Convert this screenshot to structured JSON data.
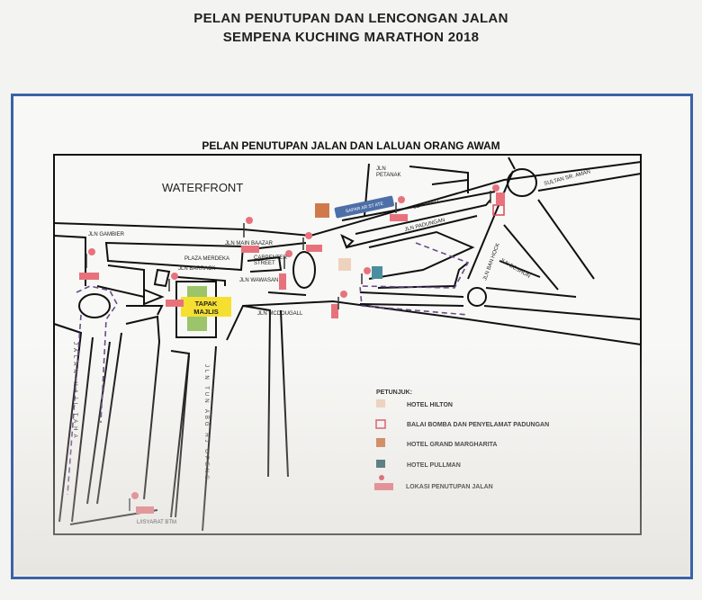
{
  "header": {
    "line1": "PELAN PENUTUPAN DAN LENCONGAN JALAN",
    "line2": "SEMPENA KUCHING MARATHON 2018"
  },
  "map": {
    "title": "PELAN PENUTUPAN JALAN DAN LALUAN ORANG AWAM",
    "area_label": "WATERFRONT",
    "venue_label_1": "TAPAK",
    "venue_label_2": "MAJLIS",
    "blue_sign": "SAPAR AR ST ATE",
    "streets": {
      "gambier": "JLN GAMBIER",
      "main_bazaar": "JLN MAIN BAAZAR",
      "plaza_merdeka": "PLAZA MERDEKA",
      "barrack": "JLN BARRACK",
      "carpenter_1": "CARPENTER",
      "carpenter_2": "STREET",
      "wawasan": "JLN WAWASAN",
      "mcdougall": "JLN MCDOUGALL",
      "petanak_1": "JLN",
      "petanak_2": "PETANAK",
      "abell": "JLN ABELL",
      "padungan": "JLN PADUNGAN",
      "ban_hock": "JLN BAN HOCK",
      "deshon": "JLN DESHON",
      "sultan": "SULTAN SR. AMAN",
      "haji_taha": "JALAN HAJI TAHA",
      "tun_abg": "JLN TUN ABG HJ OPENG",
      "lisyarat": "L/ISYARAT BTM"
    },
    "legend": {
      "title": "PETUNJUK:",
      "items": [
        {
          "label": "HOTEL HILTON",
          "color": "#efd2bd"
        },
        {
          "label": "BALAI BOMBA DAN PENYELAMAT PADUNGAN",
          "color": "#d9495a"
        },
        {
          "label": "HOTEL GRAND MARGHARITA",
          "color": "#d07a4c"
        },
        {
          "label": "HOTEL PULLMAN",
          "color": "#2f5f68"
        },
        {
          "label": "LOKASI PENUTUPAN JALAN",
          "color": "#e8727c"
        }
      ]
    }
  },
  "colors": {
    "frame": "#3b62a6",
    "venue": "#f5e032",
    "park": "#9cc46a",
    "closure": "#e8727c",
    "detour": "#6a4c8c"
  }
}
